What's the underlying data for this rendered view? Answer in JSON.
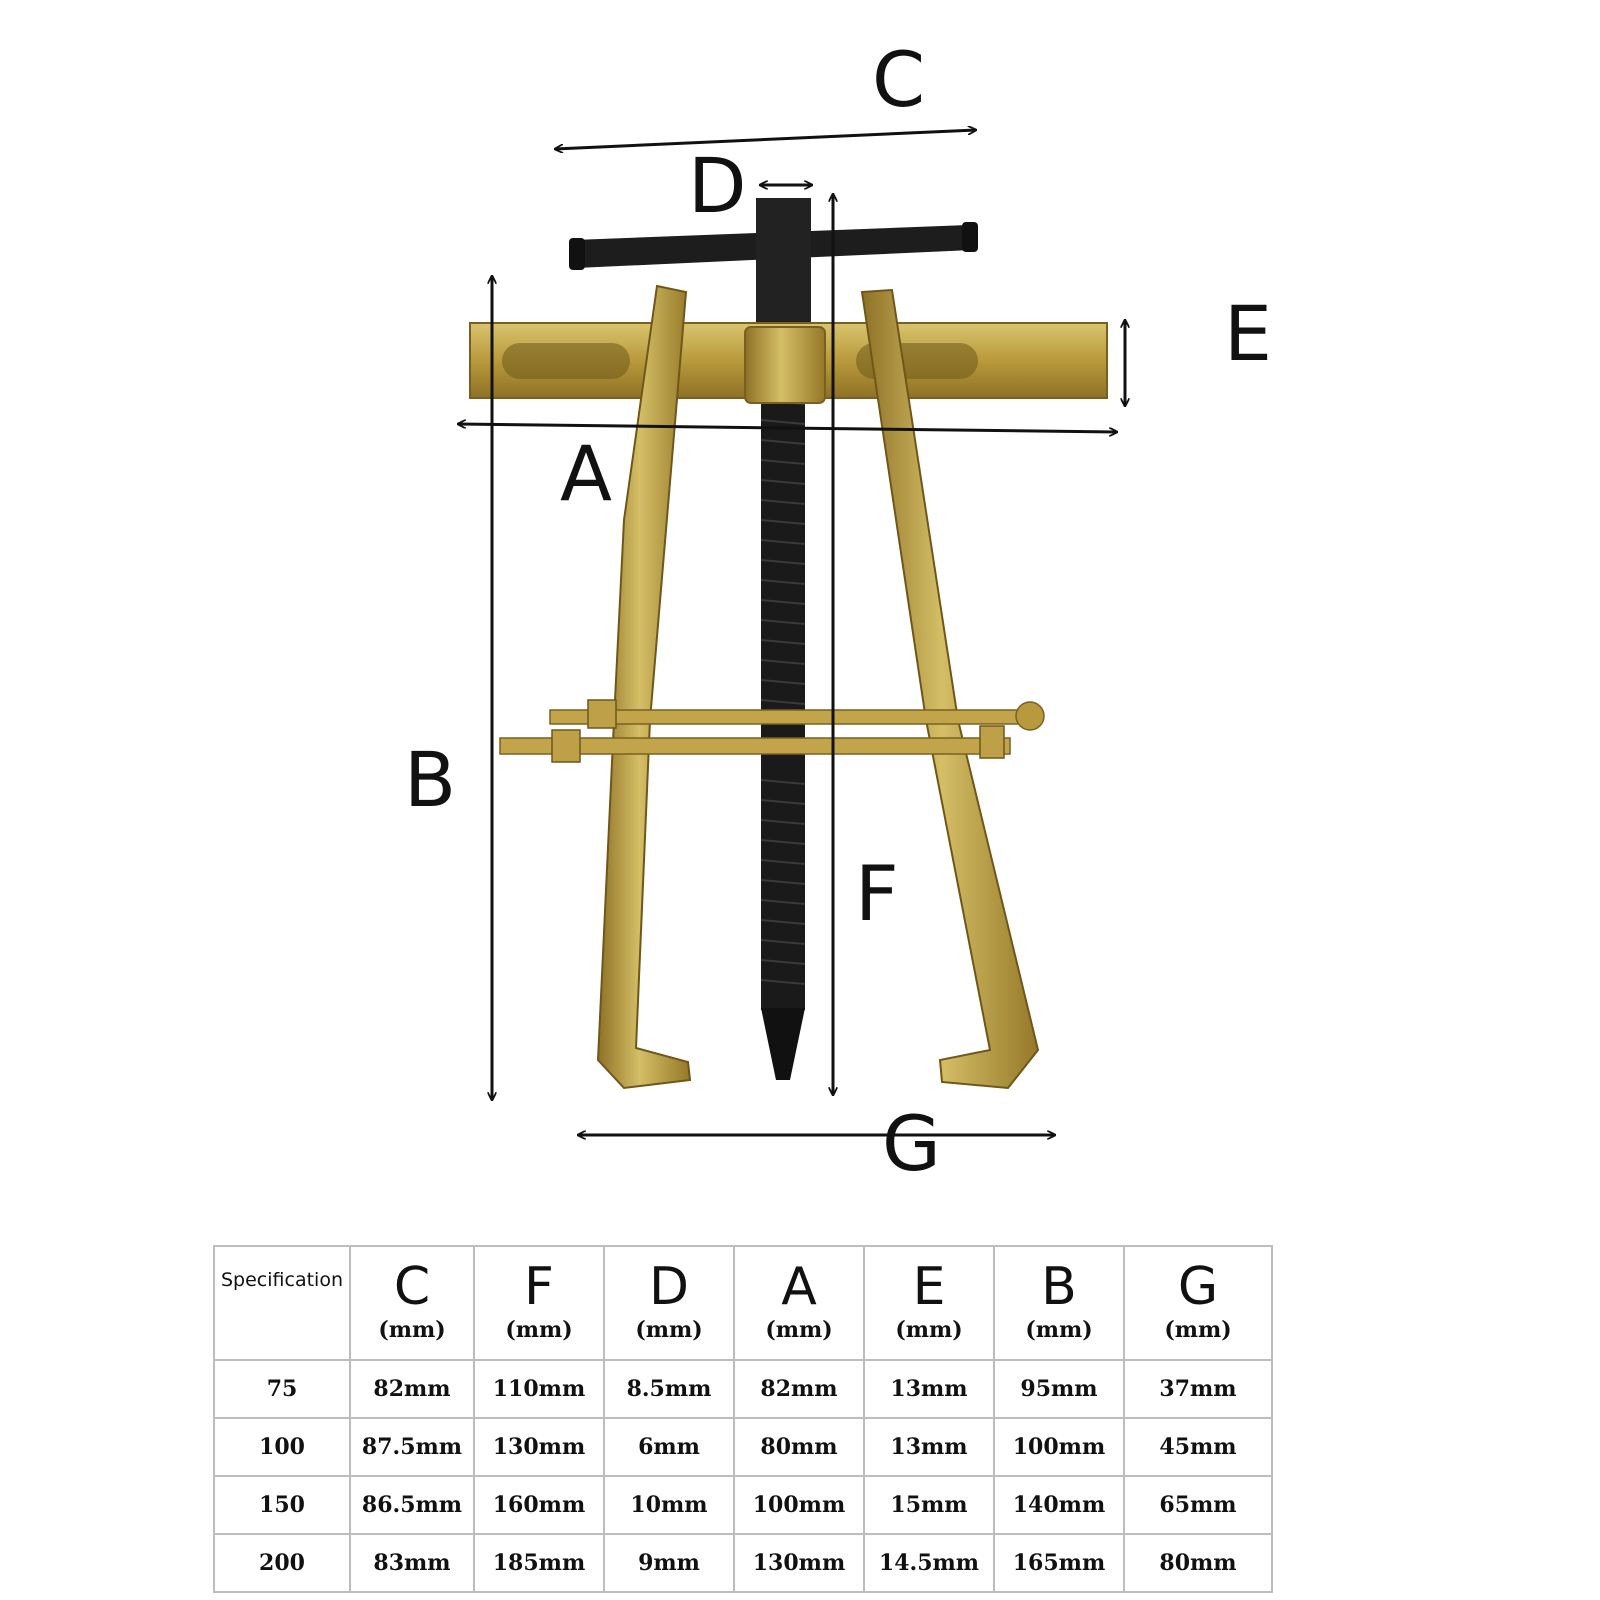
{
  "diagram": {
    "labels": {
      "a": "A",
      "b": "B",
      "c": "C",
      "d": "D",
      "e": "E",
      "f": "F",
      "g": "G"
    }
  },
  "table": {
    "corner": "Specification",
    "columns": [
      {
        "letter": "C",
        "unit": "(mm)"
      },
      {
        "letter": "F",
        "unit": "(mm)"
      },
      {
        "letter": "D",
        "unit": "(mm)"
      },
      {
        "letter": "A",
        "unit": "(mm)"
      },
      {
        "letter": "E",
        "unit": "(mm)"
      },
      {
        "letter": "B",
        "unit": "(mm)"
      },
      {
        "letter": "G",
        "unit": "(mm)"
      }
    ],
    "rows": [
      {
        "spec": "75",
        "cells": [
          "82mm",
          "110mm",
          "8.5mm",
          "82mm",
          "13mm",
          "95mm",
          "37mm"
        ]
      },
      {
        "spec": "100",
        "cells": [
          "87.5mm",
          "130mm",
          "6mm",
          "80mm",
          "13mm",
          "100mm",
          "45mm"
        ]
      },
      {
        "spec": "150",
        "cells": [
          "86.5mm",
          "160mm",
          "10mm",
          "100mm",
          "15mm",
          "140mm",
          "65mm"
        ]
      },
      {
        "spec": "200",
        "cells": [
          "83mm",
          "185mm",
          "9mm",
          "130mm",
          "14.5mm",
          "165mm",
          "80mm"
        ]
      }
    ]
  }
}
